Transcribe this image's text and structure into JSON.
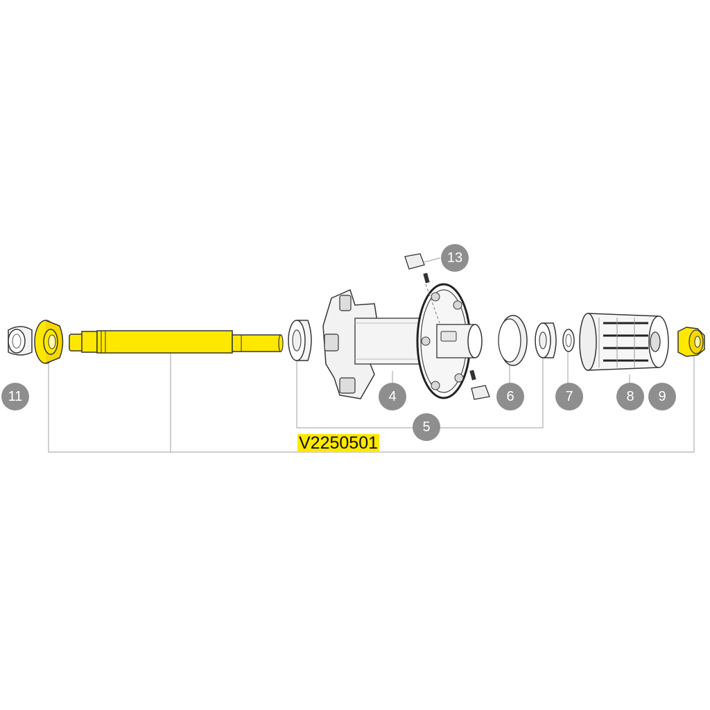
{
  "diagram": {
    "part_number": "V2250501",
    "callouts": [
      "11",
      "4",
      "13",
      "6",
      "7",
      "8",
      "9",
      "5"
    ]
  },
  "colors": {
    "highlight": "#ffe800",
    "callout_fill": "#8e8e8e",
    "leader_line": "#b0b0b0",
    "outline": "#333333",
    "part_shade": "#eeeeee"
  }
}
